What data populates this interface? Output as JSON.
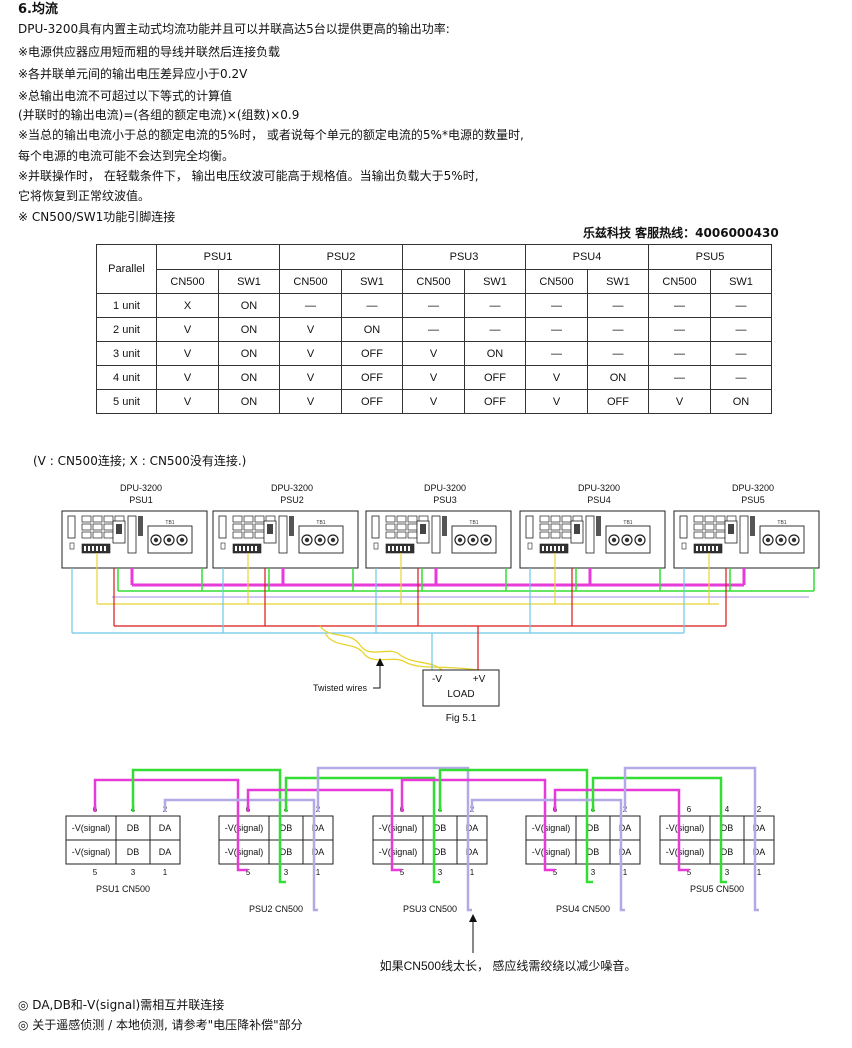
{
  "heading": "6.均流",
  "intro": "DPU-3200具有内置主动式均流功能并且可以并联高达5台以提供更高的输出功率:",
  "notes": [
    "※电源供应器应用短而粗的导线并联然后连接负载",
    "※各并联单元间的输出电压差异应小于0.2V",
    "※总输出电流不可超过以下等式的计算值",
    "   (并联时的输出电流)=(各组的额定电流)×(组数)×0.9",
    "※当总的输出电流小于总的额定电流的5%时， 或者说每个单元的额定电流的5%*电源的数量时,",
    "   每个电源的电流可能不会达到完全均衡。",
    "※并联操作时， 在轻载条件下， 输出电压纹波可能高于规格值。当输出负载大于5%时,",
    "   它将恢复到正常纹波值。",
    "※ CN500/SW1功能引脚连接"
  ],
  "hotline": "乐兹科技 客服热线：4006000430",
  "table": {
    "corner": "Parallel",
    "units": [
      "PSU1",
      "PSU2",
      "PSU3",
      "PSU4",
      "PSU5"
    ],
    "subcols": [
      "CN500",
      "SW1"
    ],
    "rows": [
      {
        "label": "1 unit",
        "cells": [
          "X",
          "ON",
          "—",
          "—",
          "—",
          "—",
          "—",
          "—",
          "—",
          "—"
        ]
      },
      {
        "label": "2 unit",
        "cells": [
          "V",
          "ON",
          "V",
          "ON",
          "—",
          "—",
          "—",
          "—",
          "—",
          "—"
        ]
      },
      {
        "label": "3 unit",
        "cells": [
          "V",
          "ON",
          "V",
          "OFF",
          "V",
          "ON",
          "—",
          "—",
          "—",
          "—"
        ]
      },
      {
        "label": "4 unit",
        "cells": [
          "V",
          "ON",
          "V",
          "OFF",
          "V",
          "OFF",
          "V",
          "ON",
          "—",
          "—"
        ]
      },
      {
        "label": "5 unit",
        "cells": [
          "V",
          "ON",
          "V",
          "OFF",
          "V",
          "OFF",
          "V",
          "OFF",
          "V",
          "ON"
        ]
      }
    ]
  },
  "legend": "(V : CN500连接; X : CN500没有连接.)",
  "fig1": {
    "model": "DPU-3200",
    "units": [
      "PSU1",
      "PSU2",
      "PSU3",
      "PSU4",
      "PSU5"
    ],
    "twisted": "Twisted wires",
    "neg": "-V",
    "pos": "+V",
    "load": "LOAD",
    "caption": "Fig 5.1",
    "tb_label": "TB1"
  },
  "fig2": {
    "cells": [
      "-V(signal)",
      "DB",
      "DA"
    ],
    "pins_top": [
      "6",
      "4",
      "2"
    ],
    "pins_bottom": [
      "5",
      "3",
      "1"
    ],
    "labels": [
      "PSU1  CN500",
      "PSU2  CN500",
      "PSU3  CN500",
      "PSU4  CN500",
      "PSU5  CN500"
    ],
    "note": "如果CN500线太长， 感应线需绞绕以减少噪音。"
  },
  "footer": [
    "◎  DA,DB和-V(signal)需相互并联连接",
    "◎ 关于遥感侦测 / 本地侦测, 请参考\"电压降补偿\"部分"
  ],
  "colors": {
    "magenta": "#e83ad8",
    "green": "#33dd33",
    "lavender": "#b4a8e6",
    "red": "#d81818",
    "yellow": "#e8d430",
    "cyan": "#6cc8e8"
  }
}
